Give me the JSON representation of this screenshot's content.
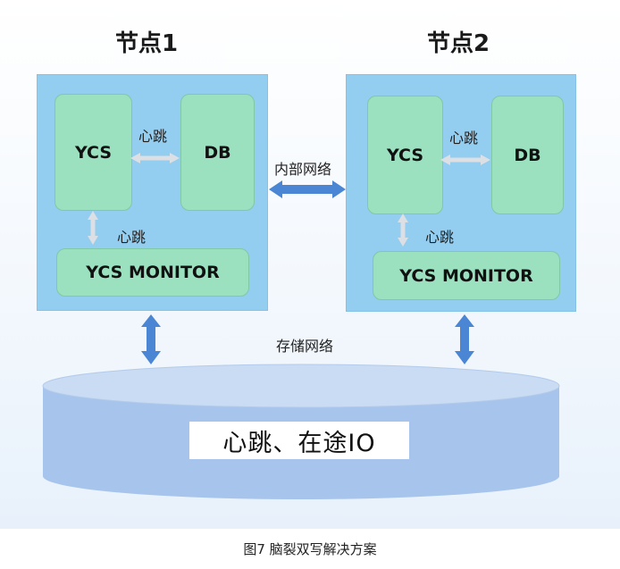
{
  "node1": {
    "title": "节点1",
    "ycs": "YCS",
    "db": "DB",
    "monitor": "YCS MONITOR",
    "heartbeat_h": "心跳",
    "heartbeat_v": "心跳"
  },
  "node2": {
    "title": "节点2",
    "ycs": "YCS",
    "db": "DB",
    "monitor": "YCS MONITOR",
    "heartbeat_h": "心跳",
    "heartbeat_v": "心跳"
  },
  "internal_network": "内部网络",
  "storage_network": "存储网络",
  "storage_label": "心跳、在途IO",
  "caption": "图7  脑裂双写解决方案",
  "colors": {
    "node_bg": "#93cdf0",
    "component_bg": "#9be0bf",
    "storage_top": "#c9dcf3",
    "storage_body": "#a7c4ec",
    "network_arrow": "#4a86d4",
    "heartbeat_arrow": "#d9dde2"
  }
}
